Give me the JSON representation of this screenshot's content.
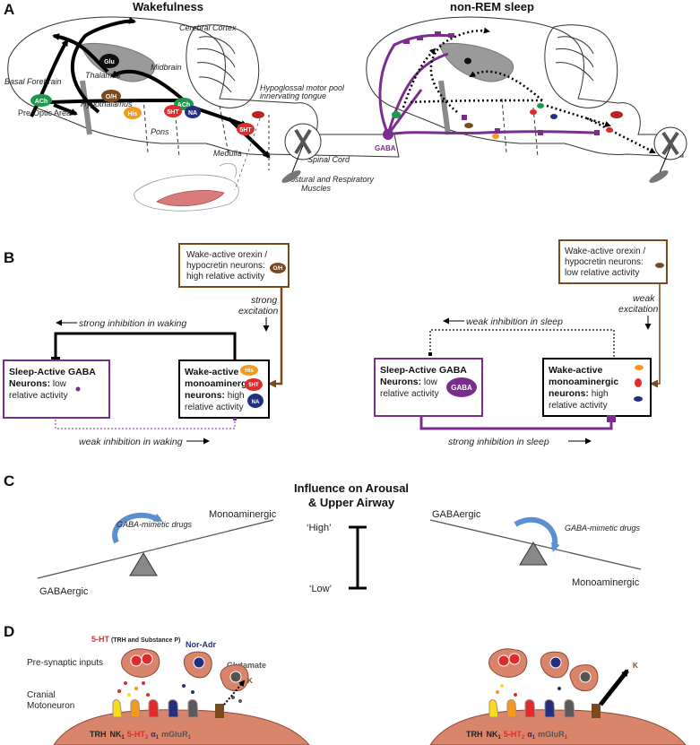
{
  "panelA": {
    "letter": "A",
    "left_title": "Wakefulness",
    "right_title": "non-REM sleep",
    "labels": {
      "cortex": "Cerebral Cortex",
      "midbrain": "Midbrain",
      "thalamus": "Thalamus",
      "basal_forebrain": "Basal Forebrain",
      "hypothalamus": "Hypothalamus",
      "preoptic": "Pre-Optic Area",
      "pons": "Pons",
      "medulla": "Medulla",
      "hypoglossal_1": "Hypoglossal motor pool",
      "hypoglossal_2": "innervating tongue",
      "spinal": "Spinal Cord",
      "muscles_1": "Postural and Respiratory",
      "muscles_2": "Muscles"
    },
    "nuclei": {
      "glu": "Glu",
      "ach_bf": "ACh",
      "oh": "O/H",
      "his": "His",
      "ach_pons": "ACh",
      "ht_pons": "5HT",
      "na": "NA",
      "ht_med": "5HT",
      "gaba": "GABA"
    }
  },
  "panelB": {
    "letter": "B",
    "left": {
      "orexin_1": "Wake-active orexin /",
      "orexin_2": "hypocretin neurons:",
      "orexin_3": "high relative activity",
      "oh_badge": "O/H",
      "excite_1": "strong",
      "excite_2": "excitation",
      "inhib_top": "strong inhibition in waking",
      "gaba_1": "Sleep-Active GABA",
      "gaba_2": "Neurons:",
      "gaba_2b": " low",
      "gaba_3": "relative activity",
      "mono_1": "Wake-active",
      "mono_2": "monoaminergic",
      "mono_3": "neurons:",
      "mono_3b": " high",
      "mono_4": "relative activity",
      "his": "His",
      "ht": "5HT",
      "na": "NA",
      "inhib_bottom": "weak inhibition in waking"
    },
    "right": {
      "orexin_1": "Wake-active orexin /",
      "orexin_2": "hypocretin neurons:",
      "orexin_3": "low relative activity",
      "excite_1": "weak",
      "excite_2": "excitation",
      "inhib_top": "weak inhibition in sleep",
      "gaba_1": "Sleep-Active GABA",
      "gaba_2": "Neurons:",
      "gaba_2b": " low",
      "gaba_3": "relative activity",
      "gaba_badge": "GABA",
      "mono_1": "Wake-active",
      "mono_2": "monoaminergic",
      "mono_3": "neurons:",
      "mono_3b": " high",
      "mono_4": "relative activity",
      "inhib_bottom": "strong inhibition in sleep"
    }
  },
  "panelC": {
    "letter": "C",
    "title_1": "Influence on Arousal",
    "title_2": "& Upper Airway",
    "high": "‘High’",
    "low": "‘Low’",
    "left": {
      "up": "Monoaminergic",
      "down": "GABAergic",
      "drug": "GABA-mimetic drugs"
    },
    "right": {
      "up": "GABAergic",
      "down": "Monoaminergic",
      "drug": "GABA-mimetic drugs"
    }
  },
  "panelD": {
    "letter": "D",
    "ht_label": "5-HT",
    "ht_sub": " (TRH and  Substance P)",
    "nor_1": "Nor-Adr",
    "glutamate": "Glutamate",
    "presyn": "Pre-synaptic inputs",
    "cranial_1": "Cranial",
    "cranial_2": "Motoneuron",
    "k_left": "K",
    "k_right": "K",
    "receptors_left": [
      "TRH",
      "NK",
      "5-HT",
      "α",
      "mGluR"
    ],
    "receptors_right": [
      "TRH",
      "NK",
      "5-HT",
      "α",
      "mGluR"
    ],
    "subs": [
      "1",
      "2",
      "1",
      "1"
    ]
  },
  "colors": {
    "gaba_purple": "#7b2d8e",
    "orexin_brown": "#7a4a1e",
    "his_orange": "#f39a1e",
    "ht_red": "#e12b2b",
    "na_blue": "#23307f",
    "ach_green": "#1a9a4a",
    "trh_yellow": "#f7dd1a",
    "mglur_gray": "#5a5a5a",
    "motoneuron": "#d9856b"
  }
}
